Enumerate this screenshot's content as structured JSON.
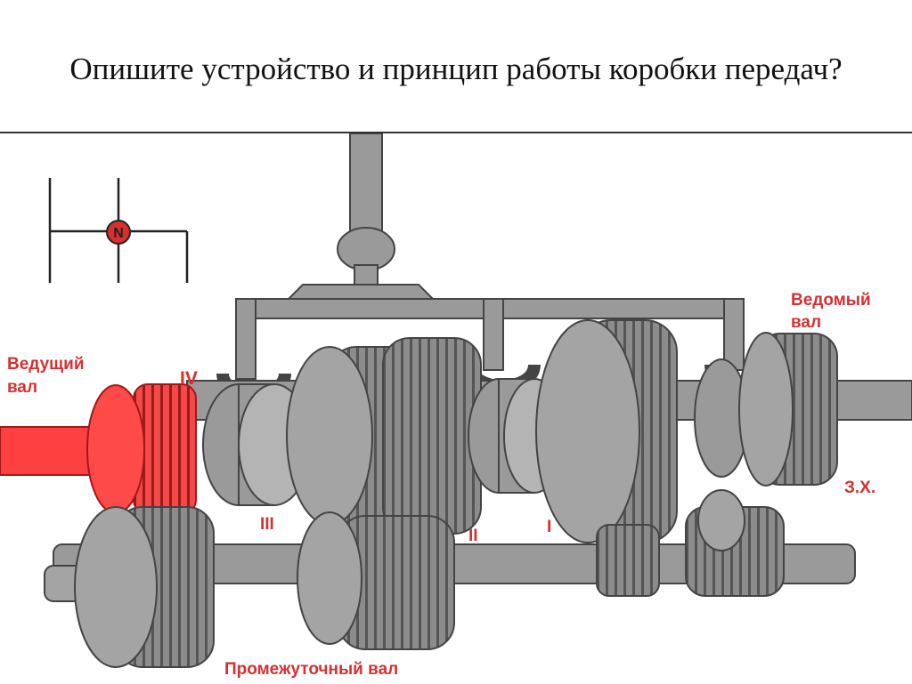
{
  "slide": {
    "title": "Опишите устройство и принцип работы коробки передач?"
  },
  "diagram": {
    "shift_pattern": {
      "neutral_mark": "N"
    },
    "labels": {
      "input_shaft_line1": "Ведущий",
      "input_shaft_line2": "вал",
      "output_shaft_line1": "Ведомый",
      "output_shaft_line2": "вал",
      "counter_shaft": "Промежуточный вал",
      "gear_4": "IV",
      "gear_3": "III",
      "gear_2": "II",
      "gear_1": "I",
      "reverse": "З.Х."
    },
    "colors": {
      "label_red": "#d83030",
      "input_shaft": "#ff4040",
      "metal": "#9a9a9a",
      "metal_dark": "#555555",
      "neutral_badge": "#d83030"
    }
  }
}
